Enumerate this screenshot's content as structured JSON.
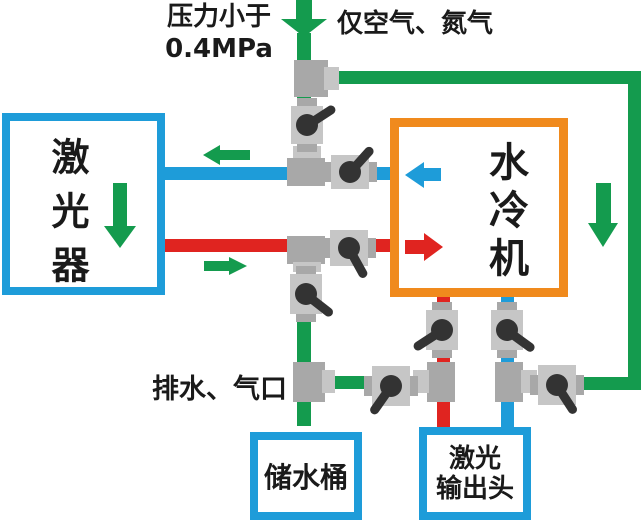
{
  "colors": {
    "green": "#149b4e",
    "blue": "#1e9cd9",
    "red": "#e02420",
    "orange": "#f08a1d",
    "fitting_gray": "#a8a8a8",
    "fitting_gray_light": "#c6c6c6",
    "handle_black": "#333333",
    "text": "#1a1a1a",
    "background": "#ffffff"
  },
  "annotations": {
    "pressure_limit_line1": "压力小于",
    "pressure_limit_line2": "0.4MPa",
    "gas_only_note": "仅空气、氮气",
    "drain_air_port": "排水、气口"
  },
  "boxes": {
    "laser": {
      "label": "激光器"
    },
    "chiller": {
      "label": "水冷机"
    },
    "water_tank": {
      "label": "储水桶"
    },
    "laser_output_head": {
      "label_line1": "激光",
      "label_line2": "输出头"
    }
  },
  "arrows": {
    "gas_inlet": {
      "direction": "down",
      "color": "green"
    },
    "right_downcomer_flow": {
      "direction": "down",
      "color": "green"
    },
    "laser_internal_flow": {
      "direction": "down",
      "color": "green"
    },
    "chiller_outlet_flow": {
      "direction": "left",
      "color": "blue"
    },
    "chiller_return_flow": {
      "direction": "right",
      "color": "red"
    },
    "chilled_line_flow": {
      "direction": "left",
      "color": "green"
    },
    "return_line_flow": {
      "direction": "right",
      "color": "green"
    }
  },
  "valves": [
    "gas-inlet-valve",
    "chilled-water-line-valve",
    "return-water-line-valve",
    "drain-upper-valve",
    "drain-left-valve",
    "output-red-line-valve",
    "output-blue-line-valve",
    "drain-right-valve"
  ]
}
